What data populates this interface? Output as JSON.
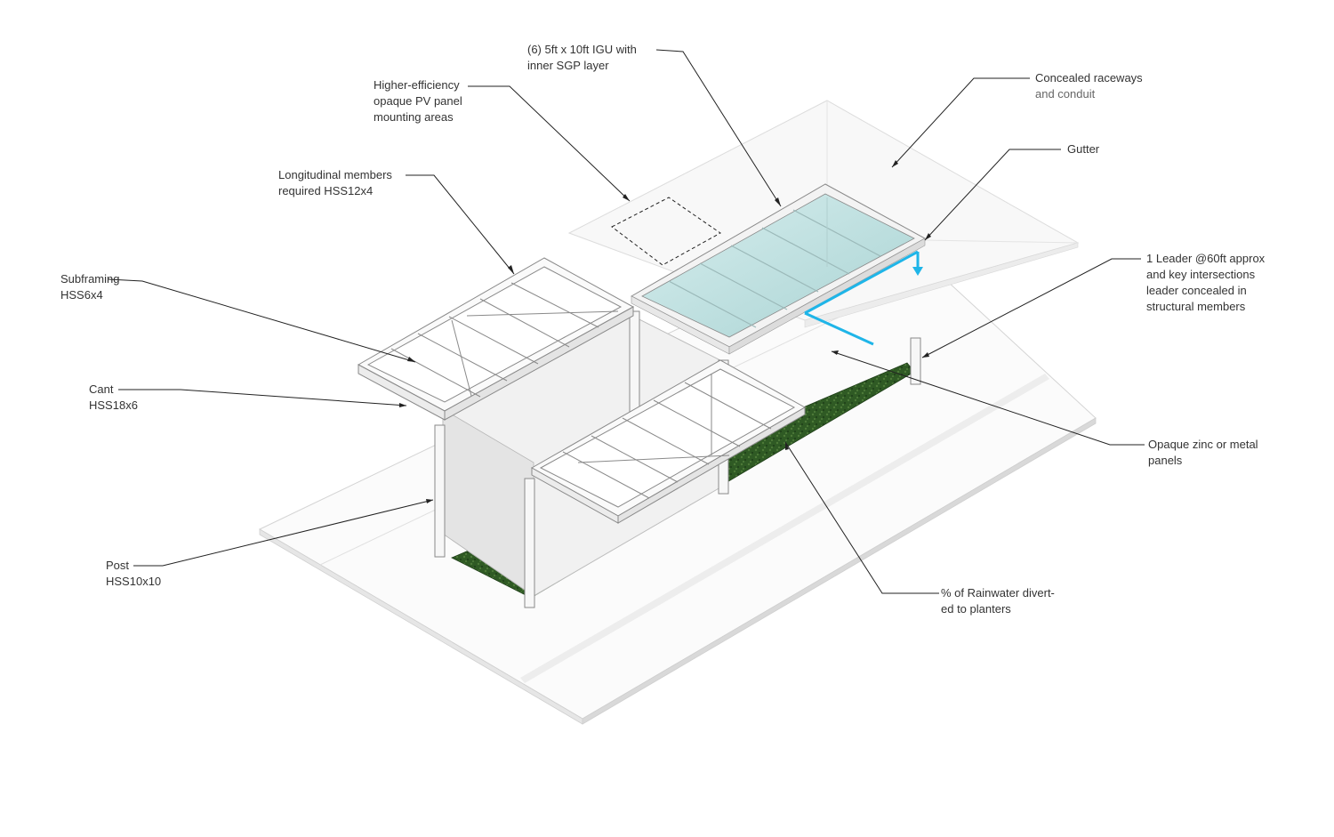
{
  "labels": {
    "igu": [
      "(6) 5ft x 10ft IGU with",
      "inner SGP layer"
    ],
    "raceways": [
      "Concealed raceways",
      "and conduit"
    ],
    "pv": [
      "Higher-efficiency",
      "opaque PV panel",
      "mounting areas"
    ],
    "gutter": [
      "Gutter"
    ],
    "longitudinal": [
      "Longitudinal members",
      "required HSS12x4"
    ],
    "leader": [
      "1 Leader @60ft approx",
      "and key intersections",
      "leader concealed in",
      "structural members"
    ],
    "subframing": [
      "Subframing",
      "HSS6x4"
    ],
    "cant": [
      "Cant",
      "HSS18x6"
    ],
    "zinc": [
      "Opaque zinc or metal",
      "panels"
    ],
    "post": [
      "Post",
      "HSS10x10"
    ],
    "rainwater": [
      "% of Rainwater divert-",
      "ed to planters"
    ]
  },
  "colors": {
    "background": "#ffffff",
    "line": "#222222",
    "frame": "#f4f4f4",
    "frame_edge": "#8a8a8a",
    "glass": "#c9e6e6",
    "grass": "#2f5a24",
    "downspout": "#1fb5e8",
    "slab": "#fafafa",
    "text": "#333333"
  }
}
